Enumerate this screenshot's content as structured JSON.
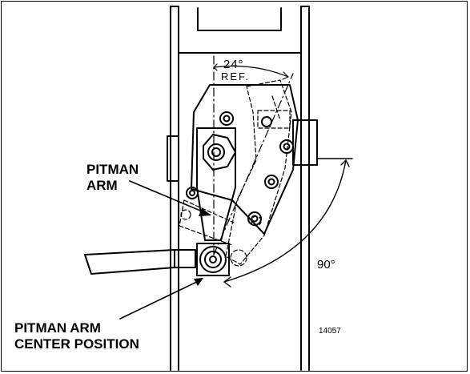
{
  "labels": {
    "pitman_arm_line1": "PITMAN",
    "pitman_arm_line2": "ARM",
    "center_line1": "PITMAN ARM",
    "center_line2": "CENTER POSITION",
    "angle_24": "24°",
    "angle_24_ref": "REF.",
    "angle_90": "90°",
    "figure_number": "14057"
  }
}
